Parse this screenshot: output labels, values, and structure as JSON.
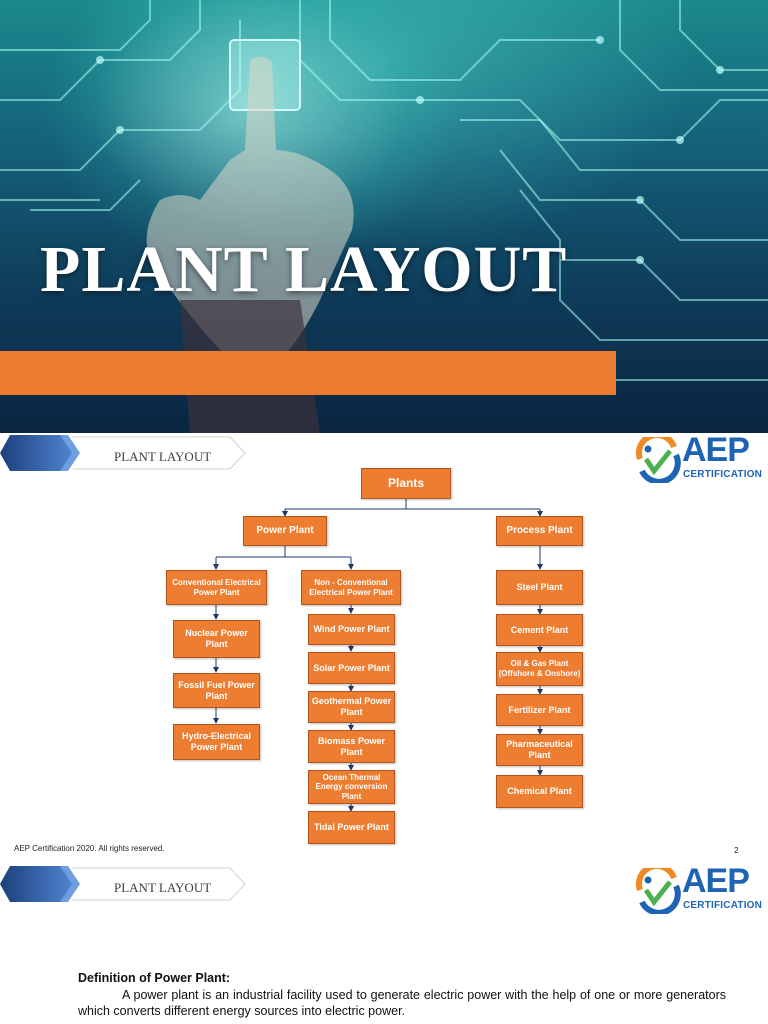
{
  "slide1": {
    "title": "PLANT LAYOUT"
  },
  "slide2": {
    "header_title": "PLANT LAYOUT",
    "logo": {
      "brand": "AEP",
      "subtitle": "CERTIFICATION"
    },
    "chart": {
      "root": "Plants",
      "branches": [
        {
          "label": "Power Plant",
          "groups": [
            {
              "label": "Conventional Electrical Power Plant",
              "items": [
                "Nuclear Power Plant",
                "Fossil Fuel Power Plant",
                "Hydro-Electrical Power Plant"
              ]
            },
            {
              "label": "Non - Conventional Electrical Power Plant",
              "items": [
                "Wind Power Plant",
                "Solar Power Plant",
                "Geothermal Power Plant",
                "Biomass Power Plant",
                "Ocean Thermal Energy conversion Plant",
                "Tidal Power Plant"
              ]
            }
          ]
        },
        {
          "label": "Process Plant",
          "items": [
            "Steel Plant",
            "Cement Plant",
            "Oil & Gas Plant (Offshore & Onshore)",
            "Fertilizer Plant",
            "Pharmaceutical Plant",
            "Chemical Plant"
          ]
        }
      ]
    },
    "footer_copyright": "AEP Certification 2020. All rights reserved.",
    "page_number": "2"
  },
  "slide3": {
    "header_title": "PLANT LAYOUT",
    "logo": {
      "brand": "AEP",
      "subtitle": "CERTIFICATION"
    },
    "definition_heading": "Definition of Power Plant:",
    "definition_text": "A power plant is an industrial facility used to generate electric power with the help of one or more generators which converts different energy sources into electric power."
  },
  "colors": {
    "box_fill": "#ed7d31",
    "band": "#ed7d31",
    "logo_blue": "#1f64b4",
    "logo_green": "#4caf50",
    "logo_orange": "#f08a24"
  }
}
